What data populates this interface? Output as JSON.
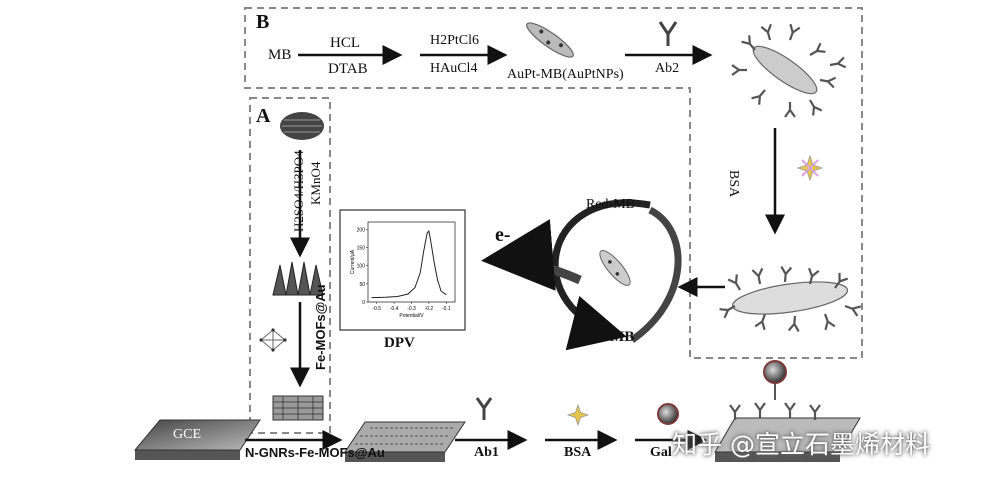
{
  "panels": {
    "b_label": "B",
    "a_label": "A"
  },
  "pathway_b": {
    "start": "MB",
    "step1_top": "HCL",
    "step1_bottom": "DTAB",
    "step2_top": "H2PtCl6",
    "step2_bottom": "HAuCl4",
    "product": "AuPt-MB(AuPtNPs)",
    "step3": "Ab2",
    "step4": "BSA"
  },
  "pathway_a": {
    "reagent1": "H2SO4/H3PO4",
    "reagent2": "KMnO4",
    "reagent3": "Fe-MOFs@Au"
  },
  "redox": {
    "electron": "e-",
    "reduced": "Red-MB",
    "oxidized": "Ox-MB"
  },
  "dpv": {
    "caption": "DPV",
    "ylabel": "Current/μA",
    "xlabel": "Potential/V",
    "y_ticks": [
      "0",
      "50",
      "100",
      "150",
      "200"
    ],
    "x_ticks": [
      "-0.5",
      "-0.4",
      "-0.3",
      "-0.2",
      "-0.1"
    ],
    "chart_data": {
      "type": "line",
      "xlabel": "Potential/V",
      "ylabel": "Current/μA",
      "ylim": [
        0,
        220
      ],
      "xlim": [
        -0.55,
        -0.05
      ],
      "x": [
        -0.53,
        -0.45,
        -0.38,
        -0.32,
        -0.28,
        -0.25,
        -0.23,
        -0.21,
        -0.2,
        -0.19,
        -0.17,
        -0.15,
        -0.13,
        -0.1
      ],
      "y": [
        12,
        13,
        15,
        22,
        40,
        80,
        140,
        190,
        195,
        170,
        110,
        60,
        30,
        20
      ]
    }
  },
  "bottom": {
    "electrode": "GCE",
    "modified": "N-GNRs-Fe-MOFs@Au",
    "step1": "Ab1",
    "step2": "BSA",
    "step3": "Gal"
  },
  "watermark": "知乎 @宣立石墨烯材料"
}
